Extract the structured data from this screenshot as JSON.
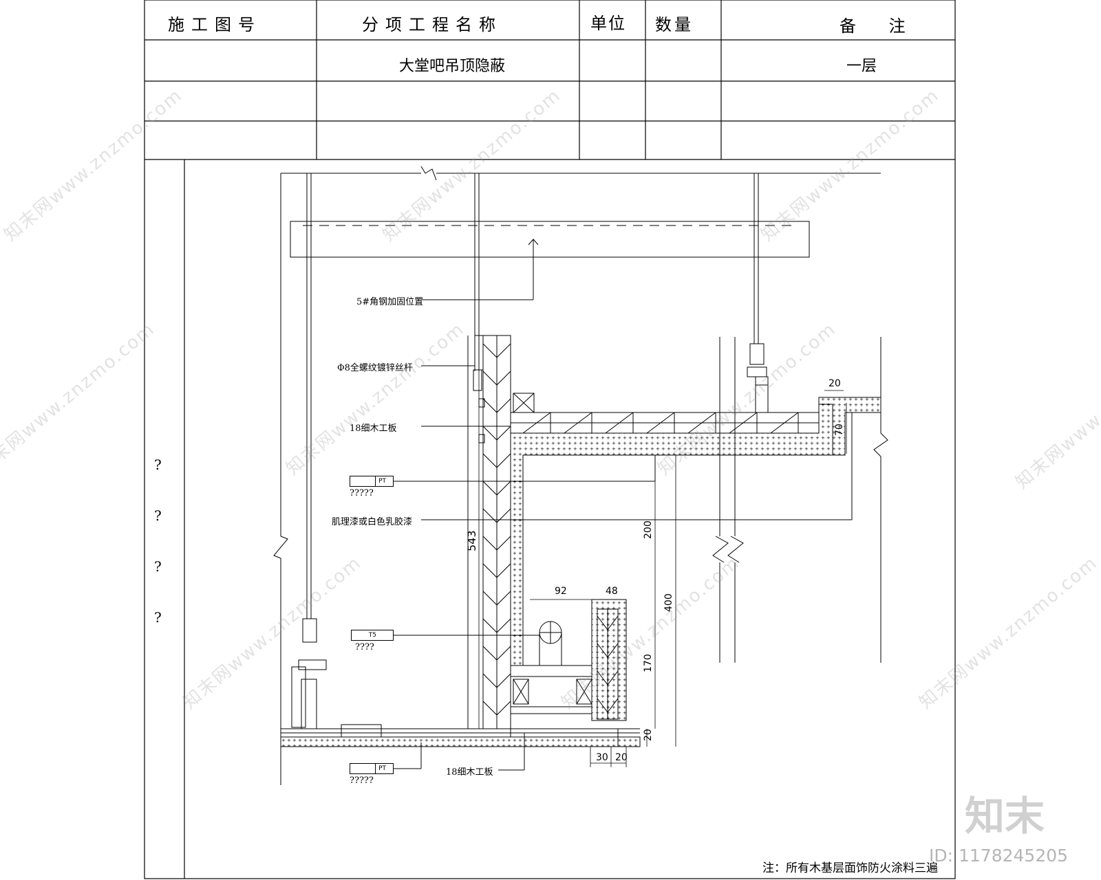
{
  "header": {
    "col_drawing_no": "施工图号",
    "col_item_name": "分项工程名称",
    "col_unit": "单位",
    "col_quantity": "数量",
    "col_remarks": "备 注"
  },
  "rows": [
    {
      "drawing_no": "",
      "item_name": "大堂吧吊顶隐蔽",
      "unit": "",
      "quantity": "",
      "remarks": "一层"
    },
    {
      "drawing_no": "",
      "item_name": "",
      "unit": "",
      "quantity": "",
      "remarks": ""
    },
    {
      "drawing_no": "",
      "item_name": "",
      "unit": "",
      "quantity": "",
      "remarks": ""
    }
  ],
  "side_marks": [
    "?",
    "?",
    "?",
    "?"
  ],
  "labels": {
    "angle_steel": "5#角钢加固位置",
    "threaded_rod": "Φ8全螺纹镀锌丝杆",
    "blockboard_top": "18细木工板",
    "pt_tag_1": "PT",
    "pt_tag_1_sub": "?????",
    "latex_paint": "肌理漆或白色乳胶漆",
    "t5_tag": "T5",
    "t5_tag_sub": "????",
    "pt_tag_2": "PT",
    "pt_tag_2_sub": "?????",
    "blockboard_bottom": "18细木工板"
  },
  "dimensions": {
    "d20_top": "20",
    "d70": "70",
    "d543": "543",
    "d200": "200",
    "d400": "400",
    "d92": "92",
    "d48": "48",
    "d170": "170",
    "d20_right": "20",
    "d30": "30",
    "d20_bottom": "20"
  },
  "note": "注：所有木基层面饰防火涂料三遍",
  "watermark": {
    "text": "知末网www.znzmo.com",
    "brand": "知末",
    "id": "ID: 1178245205"
  }
}
